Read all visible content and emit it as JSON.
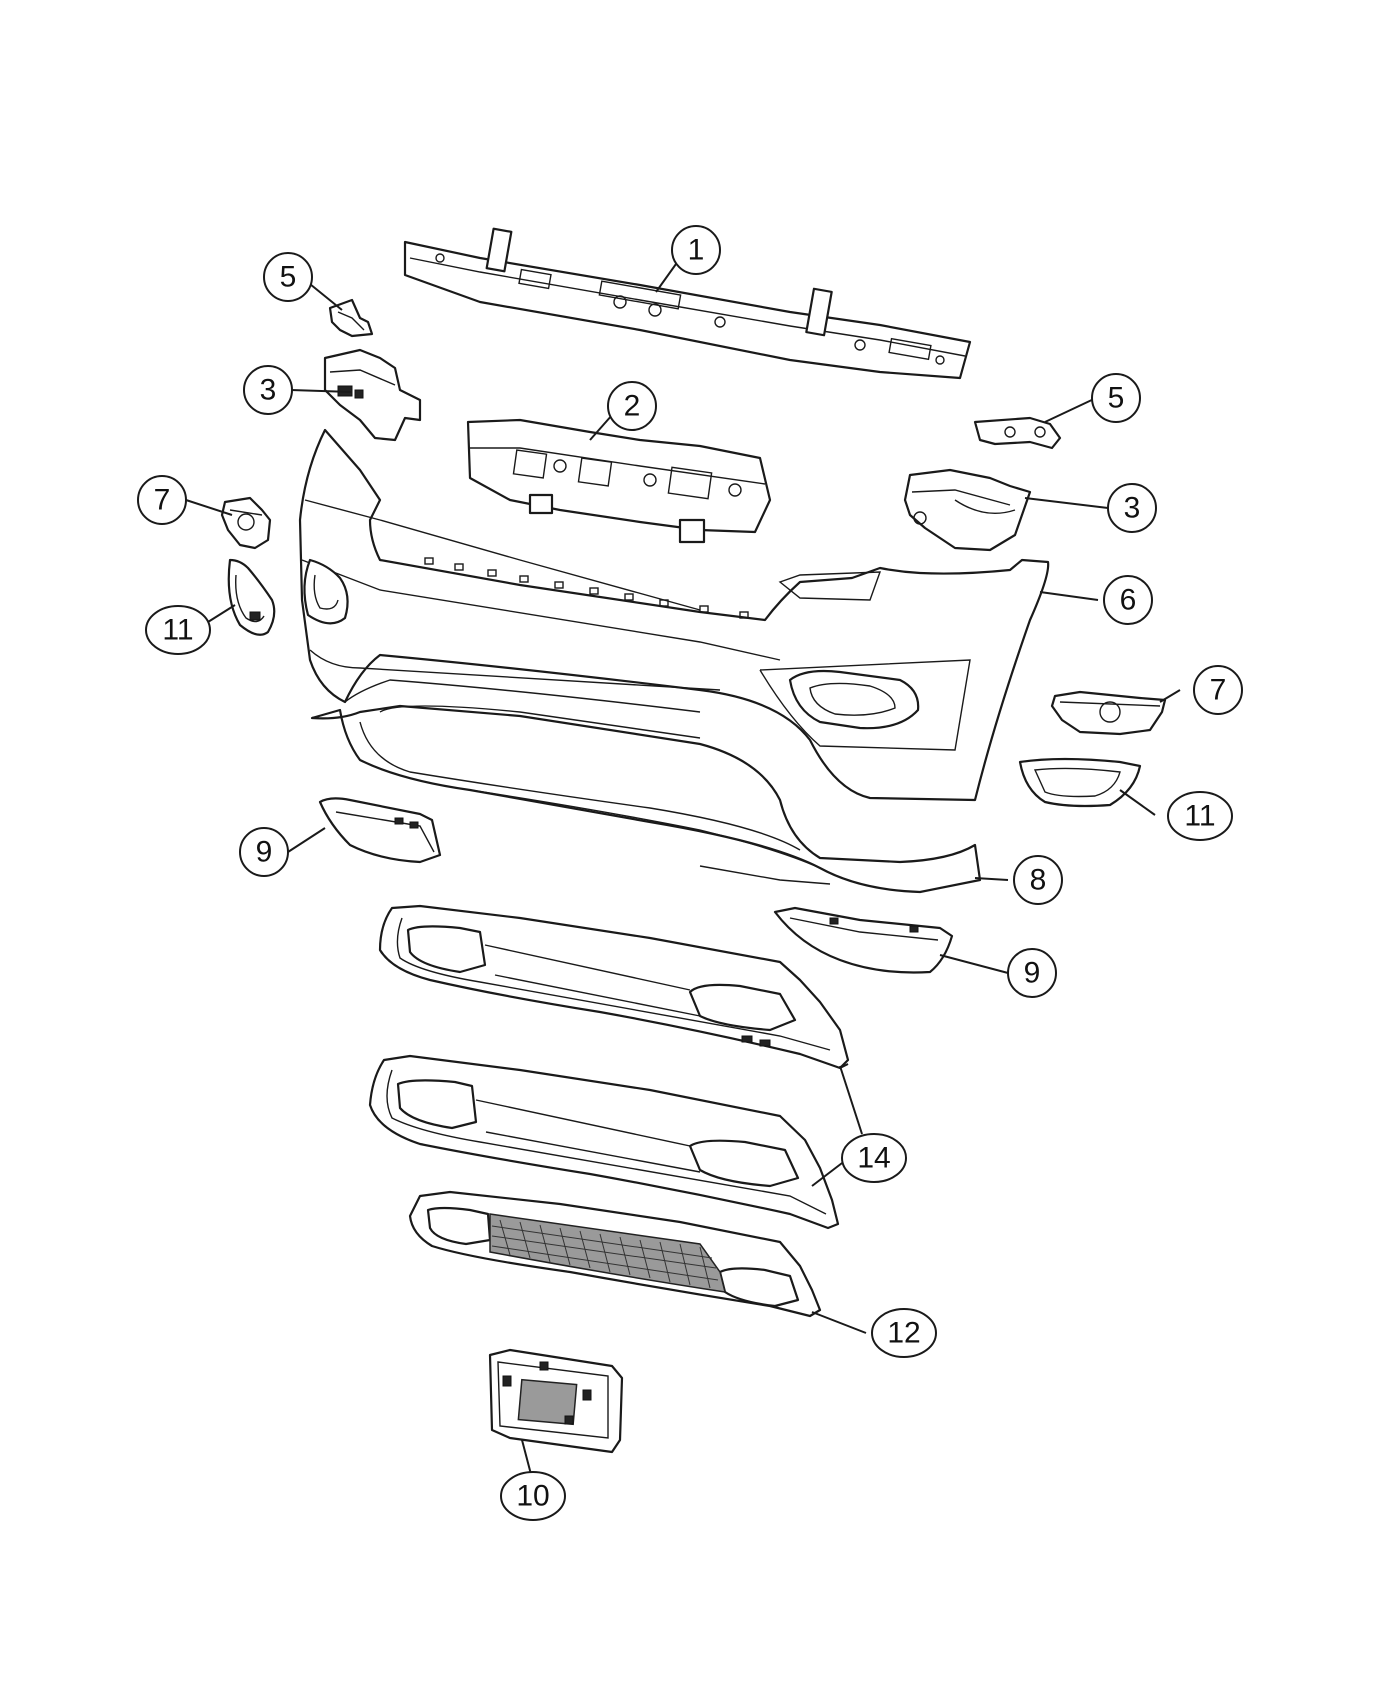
{
  "callouts": [
    {
      "id": "c1",
      "label": "1"
    },
    {
      "id": "c2",
      "label": "2"
    },
    {
      "id": "c3a",
      "label": "3"
    },
    {
      "id": "c3b",
      "label": "3"
    },
    {
      "id": "c5a",
      "label": "5"
    },
    {
      "id": "c5b",
      "label": "5"
    },
    {
      "id": "c6",
      "label": "6"
    },
    {
      "id": "c7a",
      "label": "7"
    },
    {
      "id": "c7b",
      "label": "7"
    },
    {
      "id": "c8",
      "label": "8"
    },
    {
      "id": "c9a",
      "label": "9"
    },
    {
      "id": "c9b",
      "label": "9"
    },
    {
      "id": "c10",
      "label": "10"
    },
    {
      "id": "c11a",
      "label": "11"
    },
    {
      "id": "c11b",
      "label": "11"
    },
    {
      "id": "c12",
      "label": "12"
    },
    {
      "id": "c14",
      "label": "14"
    }
  ]
}
